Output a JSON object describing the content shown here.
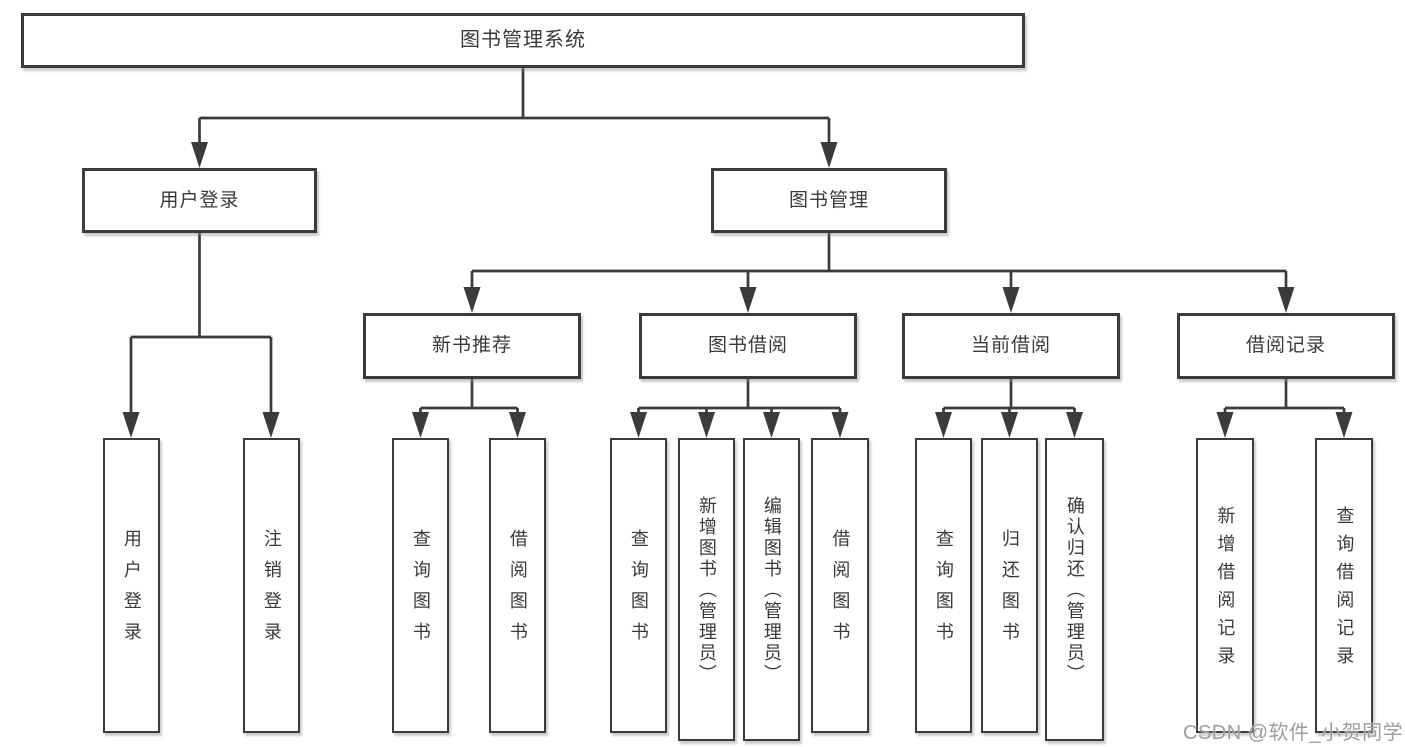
{
  "diagram_title": "图书管理系统",
  "watermark": "CSDN @软件_小贺同学",
  "colors": {
    "line": "#3b3b3b",
    "box_border": "#3b3b3b",
    "text": "#3a3a3a",
    "watermark": "#9d9d9d",
    "background": "#ffffff"
  },
  "nodes": {
    "root": "图书管理系统",
    "user_login": "用户登录",
    "book_mgmt": "图书管理",
    "new_book_rec": "新书推荐",
    "book_borrow": "图书借阅",
    "current_borrow": "当前借阅",
    "borrow_records": "借阅记录",
    "leaf_user_login": "用户登录",
    "leaf_logout": "注销登录",
    "leaf_query_book_rec": "查询图书",
    "leaf_borrow_book_rec": "借阅图书",
    "leaf_query_book_borrow": "查询图书",
    "leaf_add_book_admin": "新增图书（管理员）",
    "leaf_edit_book_admin": "编辑图书（管理员）",
    "leaf_borrow_book": "借阅图书",
    "leaf_query_book_current": "查询图书",
    "leaf_return_book": "归还图书",
    "leaf_confirm_return_admin": "确认归还（管理员）",
    "leaf_add_borrow_record": "新增借阅记录",
    "leaf_query_borrow_record": "查询借阅记录"
  },
  "hierarchy": {
    "图书管理系统": {
      "用户登录": [
        "用户登录",
        "注销登录"
      ],
      "图书管理": {
        "新书推荐": [
          "查询图书",
          "借阅图书"
        ],
        "图书借阅": [
          "查询图书",
          "新增图书（管理员）",
          "编辑图书（管理员）",
          "借阅图书"
        ],
        "当前借阅": [
          "查询图书",
          "归还图书",
          "确认归还（管理员）"
        ],
        "借阅记录": [
          "新增借阅记录",
          "查询借阅记录"
        ]
      }
    }
  }
}
